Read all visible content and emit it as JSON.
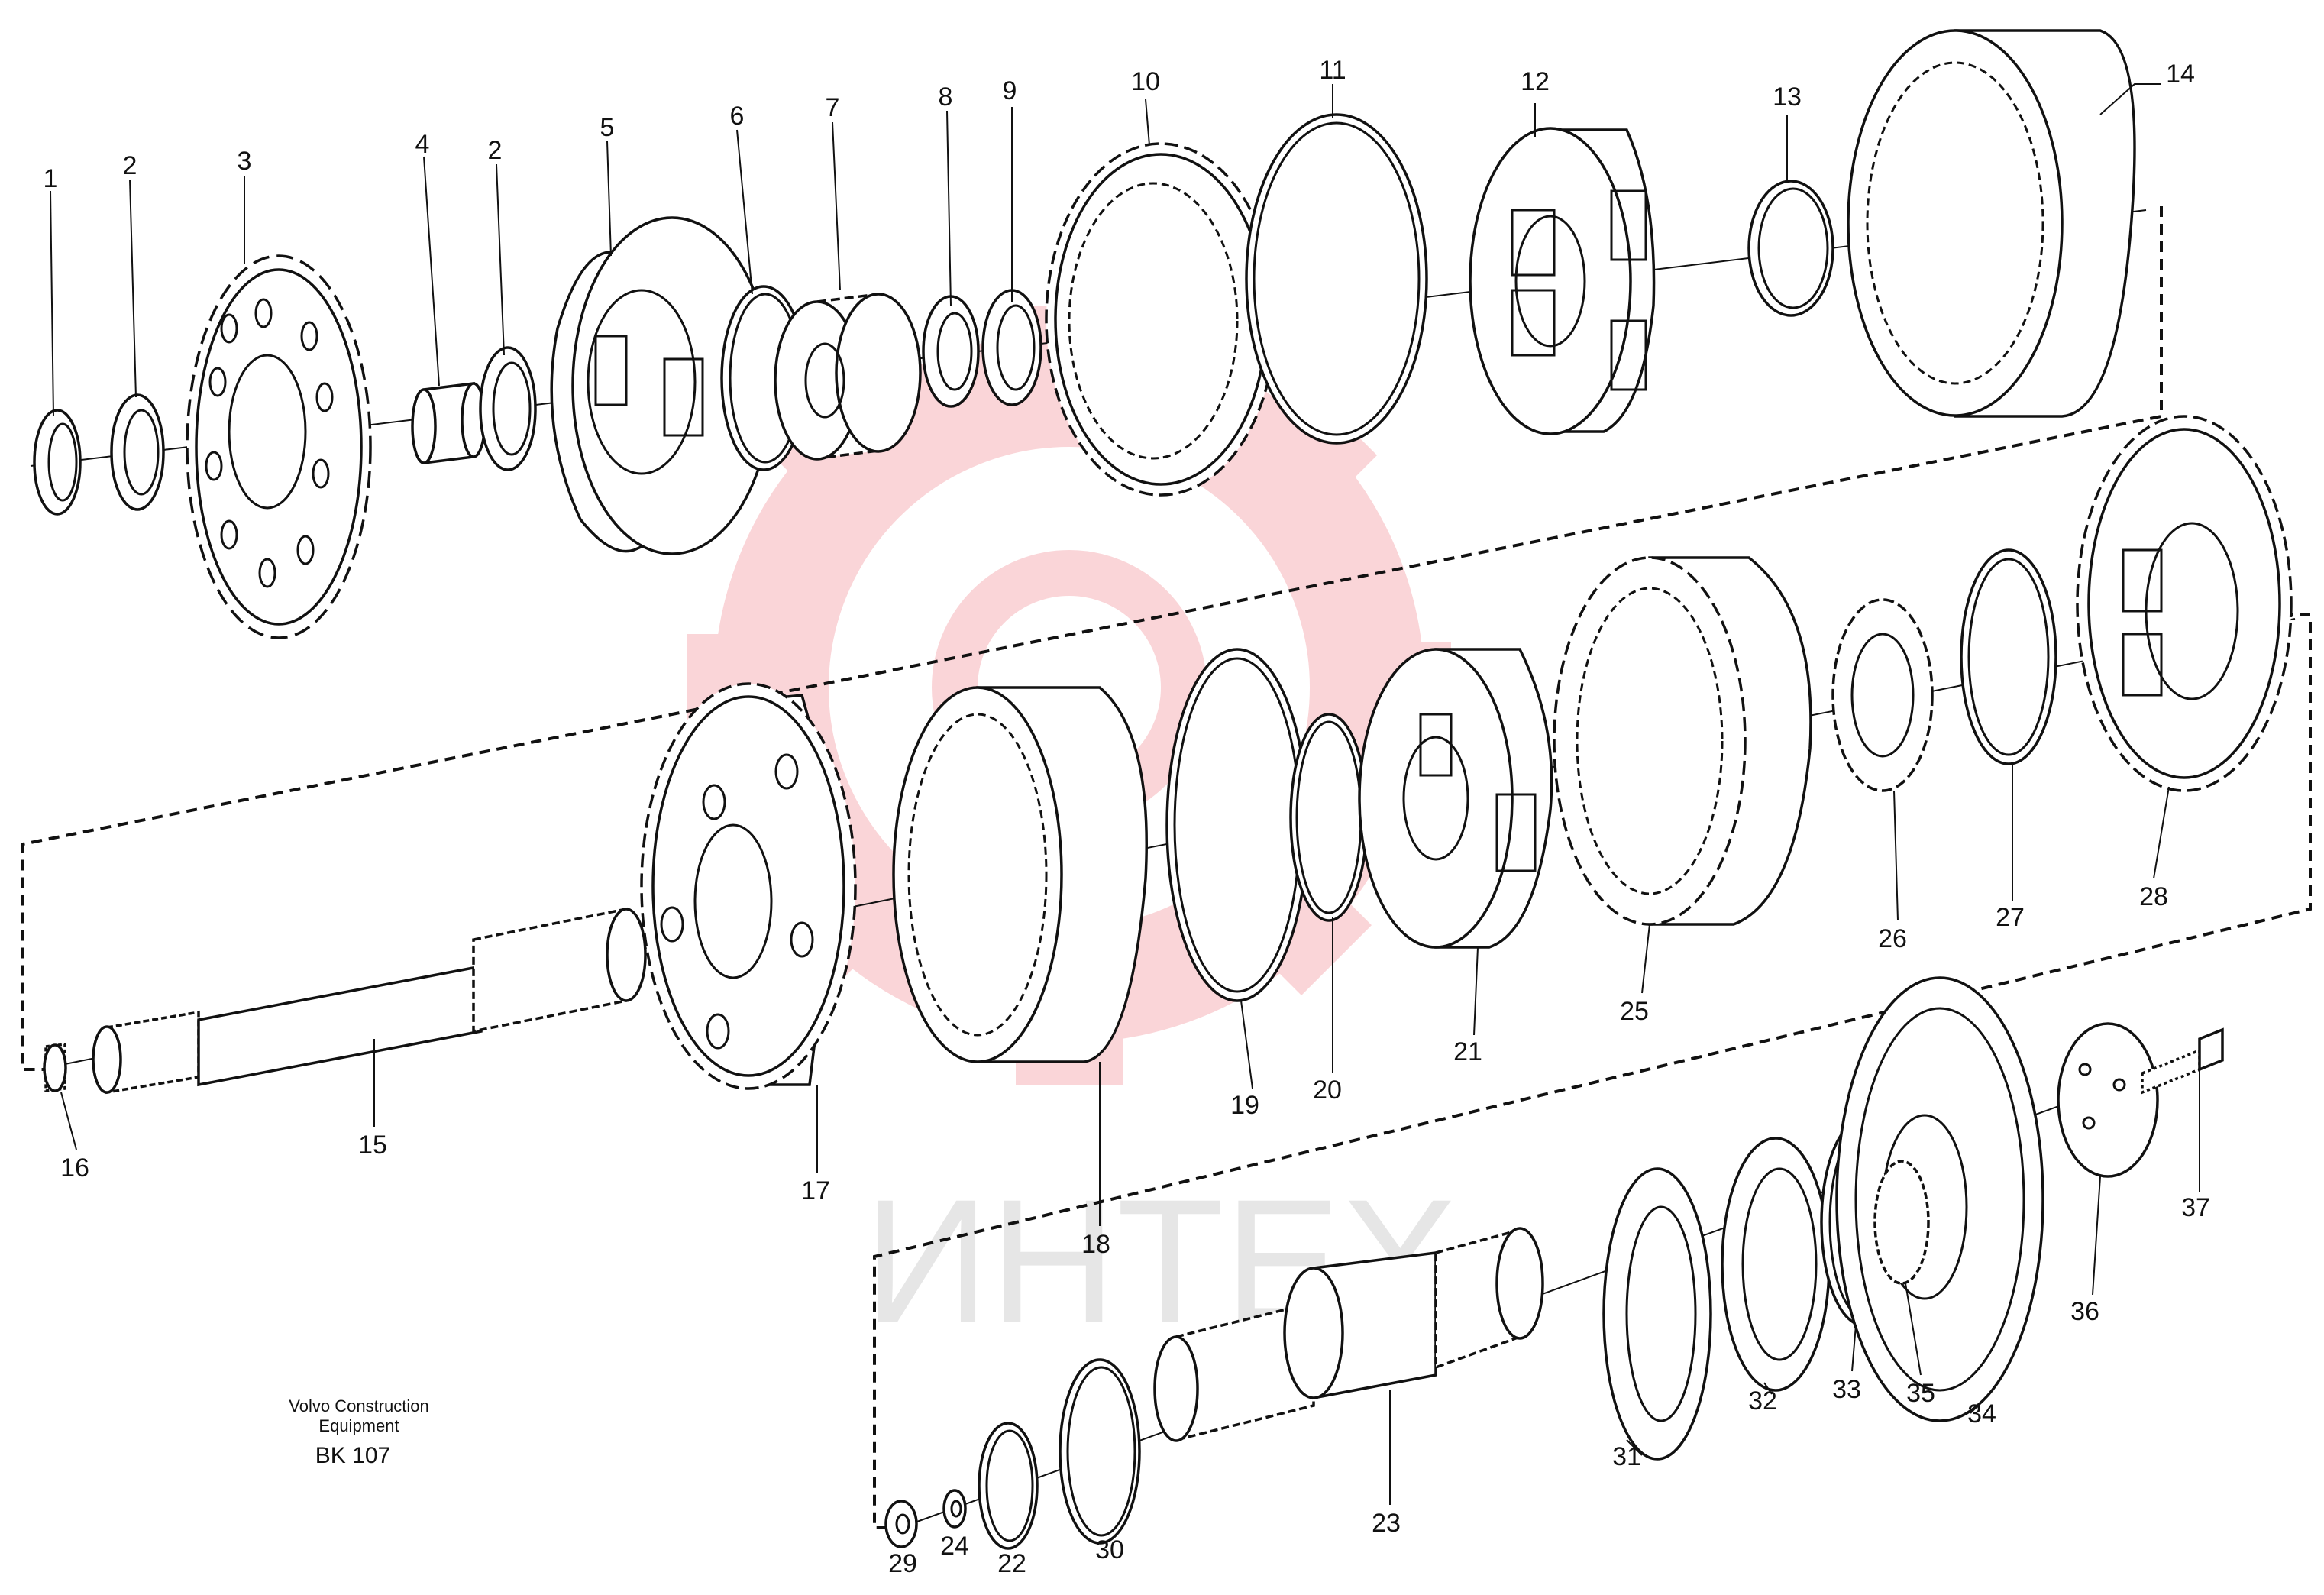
{
  "caption": {
    "company_line1": "Volvo Construction",
    "company_line2": "Equipment",
    "code": "BK 107"
  },
  "watermark": {
    "text": "ИНТЕХ",
    "color": "#f6b3b8"
  },
  "parts": {
    "p1": "1",
    "p2a": "2",
    "p3": "3",
    "p4": "4",
    "p2b": "2",
    "p5": "5",
    "p6": "6",
    "p7": "7",
    "p8": "8",
    "p9": "9",
    "p10": "10",
    "p11": "11",
    "p12": "12",
    "p13": "13",
    "p14": "14",
    "p15": "15",
    "p16": "16",
    "p17": "17",
    "p18": "18",
    "p19": "19",
    "p20": "20",
    "p21": "21",
    "p22": "22",
    "p23": "23",
    "p24": "24",
    "p25": "25",
    "p26": "26",
    "p27": "27",
    "p28": "28",
    "p29": "29",
    "p30": "30",
    "p31": "31",
    "p32": "32",
    "p33": "33",
    "p34": "34",
    "p35": "35",
    "p36": "36",
    "p37": "37"
  }
}
